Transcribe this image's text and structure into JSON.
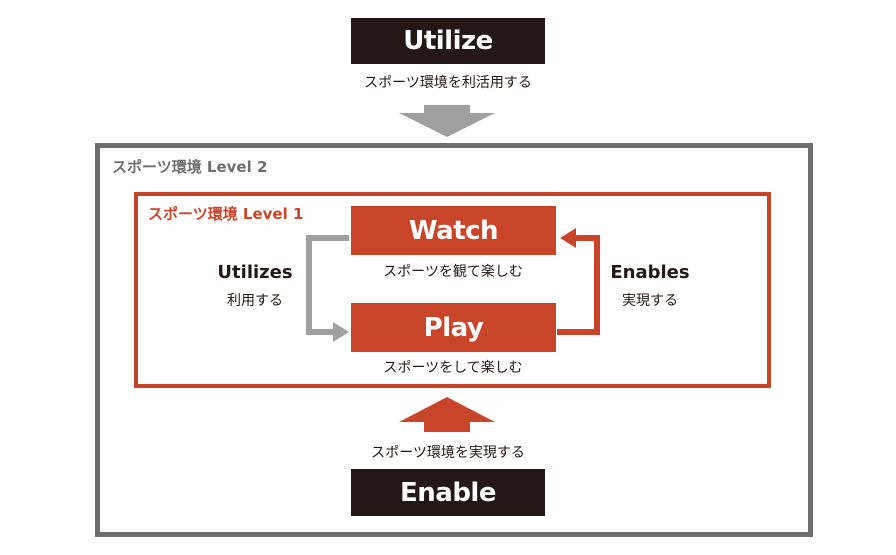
{
  "top": {
    "label": "Utilize",
    "caption": "スポーツ環境を利活用する"
  },
  "outer_frame": {
    "title": "スポーツ環境 Level 2"
  },
  "inner_frame": {
    "title": "スポーツ環境 Level 1"
  },
  "watch": {
    "label": "Watch",
    "caption": "スポーツを観て楽しむ"
  },
  "play": {
    "label": "Play",
    "caption": "スポーツをして楽しむ"
  },
  "utilizes": {
    "label": "Utilizes",
    "sub": "利用する"
  },
  "enables": {
    "label": "Enables",
    "sub": "実現する"
  },
  "bottom": {
    "label": "Enable",
    "caption": "スポーツ環境を実現する"
  },
  "colors": {
    "dark": "#231815",
    "red": "#c9452a",
    "gray": "#6e6e6e",
    "arrow_gray": "#a0a0a0"
  }
}
